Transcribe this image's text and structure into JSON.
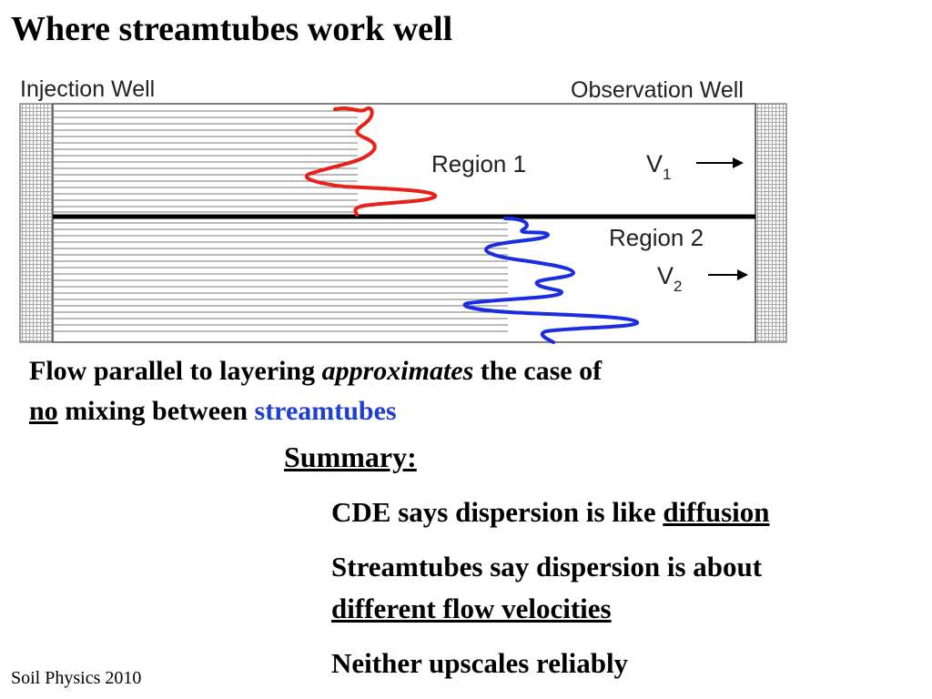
{
  "slide": {
    "title": "Where streamtubes work well",
    "figure": {
      "injection_label": "Injection Well",
      "observation_label": "Observation Well",
      "region1_label": "Region 1",
      "region2_label": "Region 2",
      "v1_base": "V",
      "v1_sub": "1",
      "v2_base": "V",
      "v2_sub": "2",
      "colors": {
        "region1_curve": "#e8221b",
        "region2_curve": "#1a2de0"
      }
    },
    "caption": {
      "part1": "Flow parallel to layering ",
      "part2_italic": "approximates",
      "part3": " the case of",
      "part4_underlined": "no",
      "part5": " mixing between ",
      "part6_blue": "streamtubes"
    },
    "summary": {
      "heading": "Summary:",
      "point1_text": "CDE says dispersion is like ",
      "point1_underlined": "diffusion",
      "point2_text": "Streamtubes say dispersion is about",
      "point2_underlined": "different flow velocities",
      "point3_text": "Neither upscales reliably"
    },
    "footer": "Soil Physics 2010"
  }
}
